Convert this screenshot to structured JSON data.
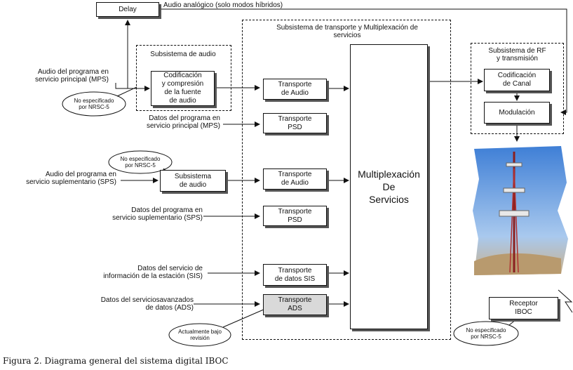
{
  "delay": "Delay",
  "analog_audio_label": "Audio analógico (solo modos híbridos)",
  "transport_region_title": "Subsistema de transporte y Multiplexación de\nservicios",
  "audio_region_title": "Subsistema de audio",
  "rf_region_title": "Subsistema de RF\ny transmisión",
  "source_coding": "Codificación\ny compresión\nde la fuente\nde audio",
  "audio_transport_1": "Transporte\nde Audio",
  "psd_transport_1": "Transporte\nPSD",
  "audio_subsystem_sps": "Subsistema\nde audio",
  "audio_transport_2": "Transporte\nde Audio",
  "psd_transport_2": "Transporte\nPSD",
  "sis_transport": "Transporte\nde datos SIS",
  "ads_transport": "Transporte\nADS",
  "multiplex": "Multiplexación\nDe\nServicios",
  "channel_coding": "Codificación\nde Canal",
  "modulation": "Modulación",
  "receiver": "Receptor\nIBOC",
  "inputs": {
    "mps_audio": "Audio del programa en\nservicio principal (MPS)",
    "mps_data": "Datos del programa en\nservicio principal (MPS)",
    "sps_audio": "Audio del programa en\nservicio suplementario (SPS)",
    "sps_data": "Datos del programa en\nservicio suplementario (SPS)",
    "sis_data": "Datos del servicio de\ninformación de la estación (SIS)",
    "ads_data": "Datos del serviciosavanzados\nde datos (ADS)"
  },
  "callouts": {
    "nrsc_1": "No especificado\npor NRSC-5",
    "nrsc_2": "No especificado\npor NRSC-5",
    "nrsc_3": "No especificado\npor NRSC-5",
    "review": "Actualmente bajo\nrevisión"
  },
  "caption": "Figura 2. Diagrama general del sistema digital IBOC"
}
